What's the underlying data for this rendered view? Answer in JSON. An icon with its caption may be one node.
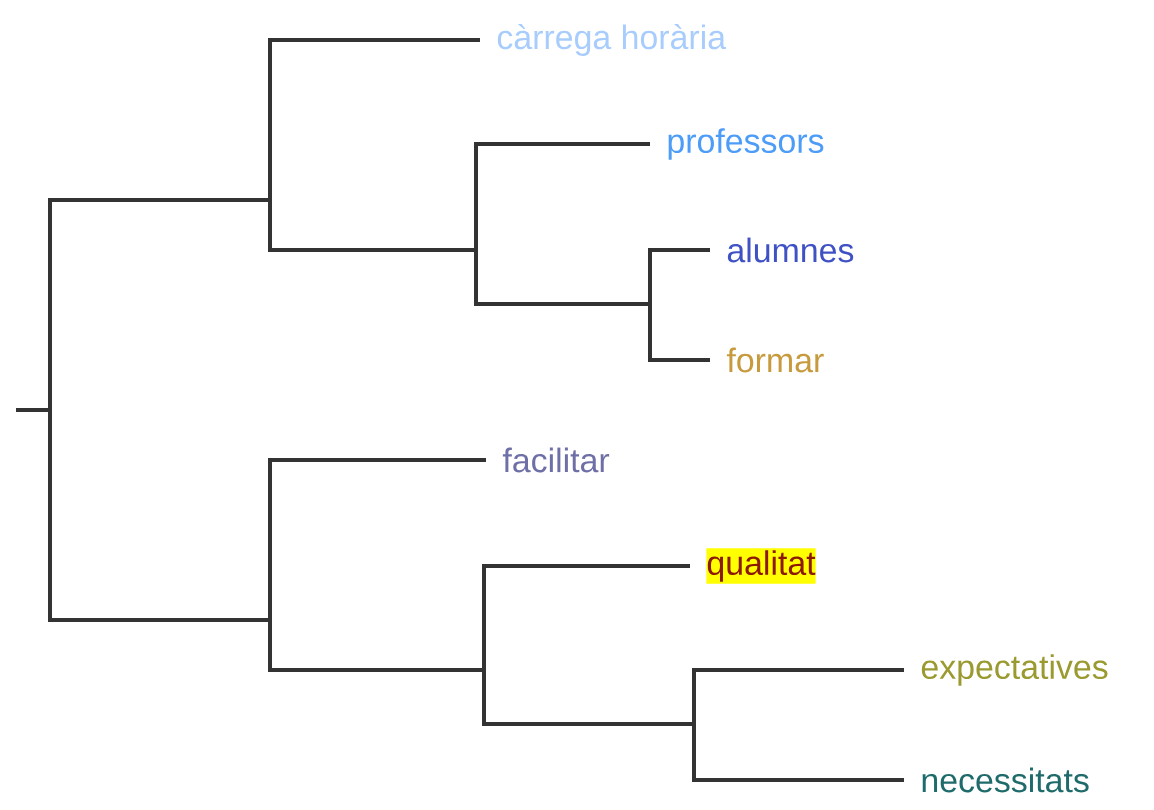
{
  "diagram": {
    "nodes": [
      {
        "text": [
          "càrrega horària"
        ]
      },
      {
        "text": [
          "professors"
        ]
      },
      {
        "text": [
          "alumnes"
        ]
      },
      {
        "text": [
          "formar"
        ]
      },
      {
        "text": [
          "facilitar"
        ]
      },
      {
        "text": [
          "qualitat"
        ]
      },
      {
        "text": [
          "expectatives"
        ]
      },
      {
        "text": [
          "necessitats"
        ]
      },
      {
        "text": [],
        "shape": "bar"
      },
      {
        "text": [],
        "shape": "bar"
      },
      {
        "text": [],
        "shape": "bar"
      },
      {
        "text": [],
        "shape": "bar"
      },
      {
        "text": [],
        "shape": "bar"
      },
      {
        "text": [],
        "shape": "bar"
      },
      {
        "text": [],
        "shape": "bar"
      }
    ],
    "edges": [
      {
        "from": null,
        "to": 8,
        "arrow": "none"
      },
      {
        "from": 8,
        "to": 9,
        "arrow": "none"
      },
      {
        "from": 9,
        "to": 0,
        "arrow": "none"
      },
      {
        "from": 9,
        "to": 10,
        "arrow": "none"
      },
      {
        "from": 10,
        "to": 1,
        "arrow": "none"
      },
      {
        "from": 10,
        "to": 11,
        "arrow": "none"
      },
      {
        "from": 11,
        "to": 2,
        "arrow": "none"
      },
      {
        "from": 11,
        "to": 3,
        "arrow": "none"
      },
      {
        "from": 8,
        "to": 12,
        "arrow": "none"
      },
      {
        "from": 12,
        "to": 4,
        "arrow": "none"
      },
      {
        "from": 12,
        "to": 13,
        "arrow": "none"
      },
      {
        "from": 13,
        "to": 5,
        "arrow": "none"
      },
      {
        "from": 13,
        "to": 14,
        "arrow": "none"
      },
      {
        "from": 14,
        "to": 6,
        "arrow": "none"
      },
      {
        "from": 14,
        "to": 7,
        "arrow": "none"
      }
    ]
  }
}
